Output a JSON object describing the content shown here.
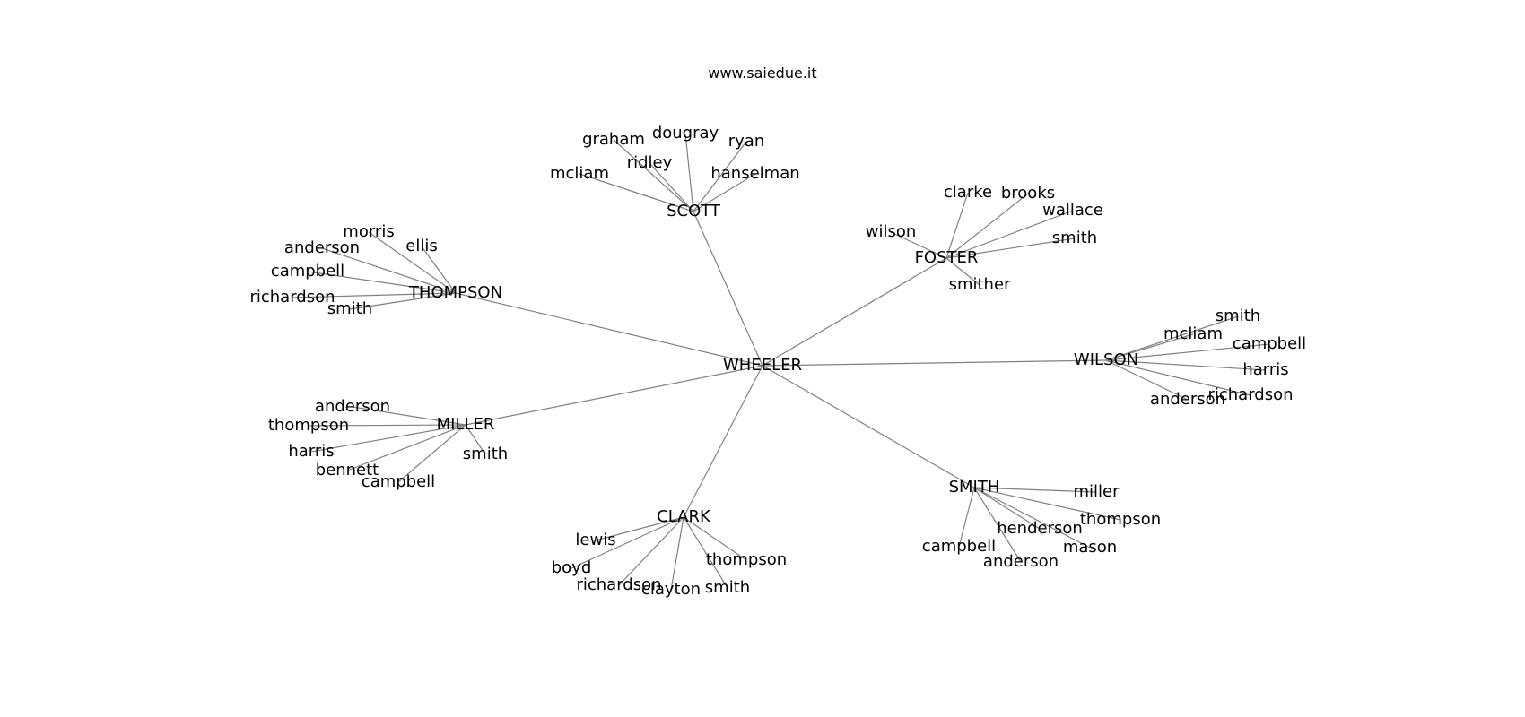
{
  "page": {
    "title": "www.saiedue.it"
  },
  "graph": {
    "root": "WHEELER",
    "families": [
      {
        "name": "SCOTT",
        "members": [
          "graham",
          "dougray",
          "ryan",
          "ridley",
          "mcliam",
          "hanselman"
        ]
      },
      {
        "name": "FOSTER",
        "members": [
          "clarke",
          "brooks",
          "wallace",
          "wilson",
          "smith",
          "smither"
        ]
      },
      {
        "name": "THOMPSON",
        "members": [
          "morris",
          "ellis",
          "anderson",
          "campbell",
          "richardson",
          "smith"
        ]
      },
      {
        "name": "WILSON",
        "members": [
          "smith",
          "mcliam",
          "campbell",
          "harris",
          "richardson",
          "anderson"
        ]
      },
      {
        "name": "MILLER",
        "members": [
          "anderson",
          "thompson",
          "harris",
          "smith",
          "bennett",
          "campbell"
        ]
      },
      {
        "name": "SMITH",
        "members": [
          "miller",
          "thompson",
          "henderson",
          "mason",
          "campbell",
          "anderson"
        ]
      },
      {
        "name": "CLARK",
        "members": [
          "lewis",
          "thompson",
          "boyd",
          "richardson",
          "smith",
          "clayton"
        ]
      }
    ]
  }
}
